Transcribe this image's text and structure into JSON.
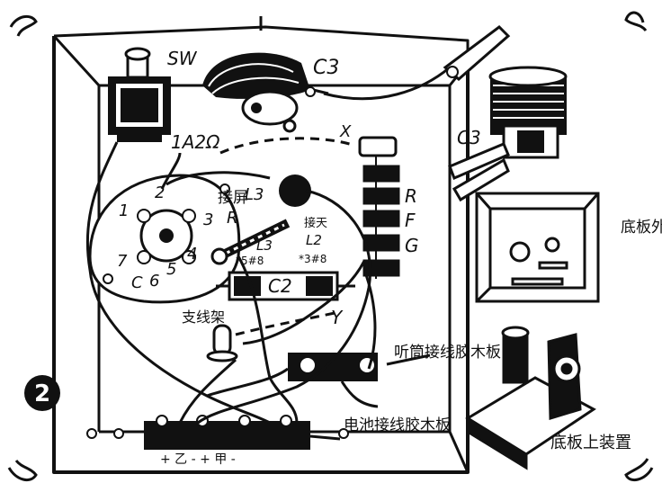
{
  "figure_number": "2",
  "labels": {
    "sw": "SW",
    "c3_top": "C3",
    "c3_side": "C3",
    "resistor": "1A2Ω",
    "x": "X",
    "r": "R",
    "f": "F",
    "g": "G",
    "y": "Y",
    "pin1": "1",
    "pin2": "2",
    "pin3": "3",
    "pin4": "4",
    "pin5": "5",
    "pin6": "6",
    "pin7": "7",
    "c_left": "C",
    "r_mid": "R",
    "jie_ping": "接屏",
    "l3_top": "L3",
    "l3_mid": "L3",
    "l3_note": "*5#8",
    "l2": "L2",
    "l2_note": "*3#8",
    "jie_tian": "接天",
    "c2": "C2",
    "support": "支线架",
    "phone_board": "听筒接线胶木板",
    "battery_board": "电池接线胶木板",
    "battery_polarity": "+ 乙 -   + 甲 -",
    "chassis_open": "底板外引",
    "chassis_mount": "底板上装置"
  },
  "colors": {
    "ink": "#111111",
    "paper": "#ffffff"
  }
}
